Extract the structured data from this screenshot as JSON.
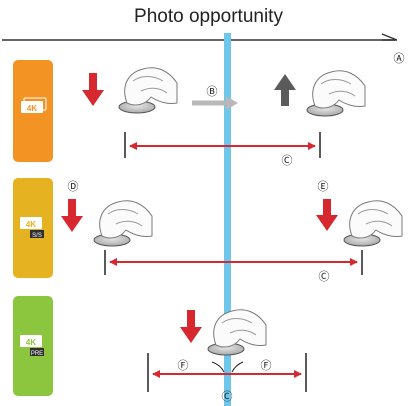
{
  "title": "Photo opportunity",
  "markers": {
    "A": "Ⓐ",
    "B": "Ⓑ",
    "C": "Ⓒ",
    "D": "Ⓓ",
    "E": "Ⓔ",
    "F": "Ⓕ"
  },
  "modes": [
    {
      "icon": "4k-burst-icon",
      "color": "#f39323",
      "sublabel": ""
    },
    {
      "icon": "4k-burst-start-stop-icon",
      "color": "#e5b321",
      "sublabel": "S/S"
    },
    {
      "icon": "4k-pre-burst-icon",
      "color": "#8cc63f",
      "sublabel": "PRE"
    }
  ],
  "colors": {
    "press_arrow": "#d7282f",
    "release_arrow": "#5b5b5b",
    "span_arrow": "#d7282f",
    "time_marker": "#6ec6ea",
    "move_arrow": "#b8b8b8"
  }
}
